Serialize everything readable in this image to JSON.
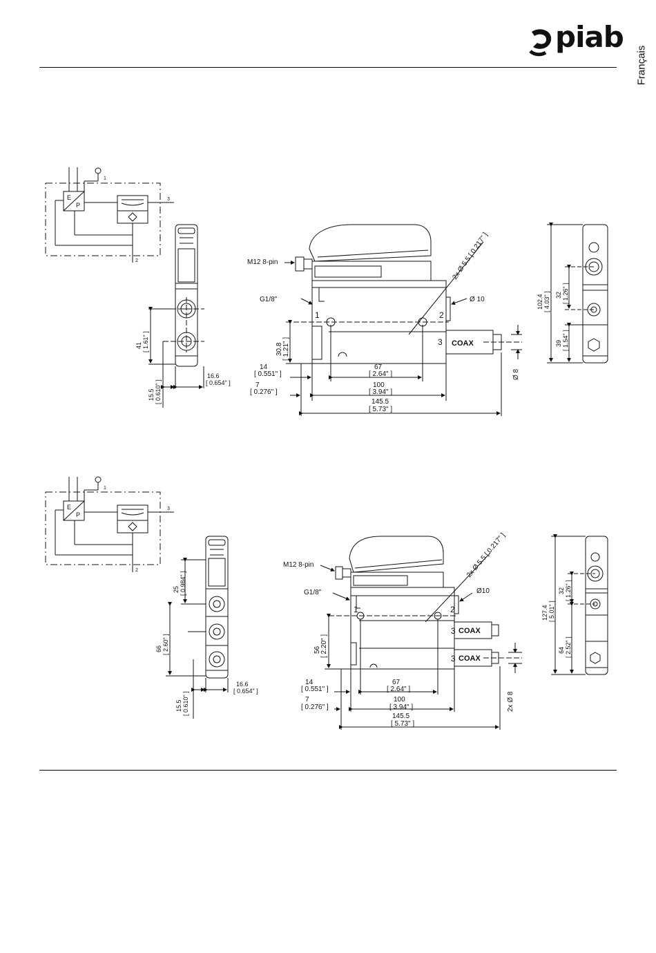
{
  "header": {
    "brand": "piab",
    "language_tab": "Français",
    "logo_icon": "piab-swirl-icon"
  },
  "drawing_top": {
    "schematic": {
      "port1": "1",
      "port2": "2",
      "port3": "3",
      "E": "E",
      "P": "P"
    },
    "front_view": {
      "dim_41": "41",
      "dim_41_in": "[ 1.61\" ]",
      "dim_15_5": "15.5",
      "dim_15_5_in": "[ 0.610\" ]",
      "dim_16_6": "16.6",
      "dim_16_6_in": "[ 0.654\" ]"
    },
    "side_view": {
      "m12": "M12 8-pin",
      "g18": "G1/8\"",
      "hole_d10": "Ø 10",
      "hole_2x": "2x  Ø  5.5  [ 0.217\" ]",
      "port1": "1",
      "port2": "2",
      "port3": "3",
      "coax": "COAX",
      "dim_30_8": "30.8",
      "dim_30_8_in": "[ 1.21\" ]",
      "dim_14": "14",
      "dim_14_in": "[ 0.551\" ]",
      "dim_7": "7",
      "dim_7_in": "[ 0.276\" ]",
      "dim_67": "67",
      "dim_67_in": "[ 2.64\" ]",
      "dim_100": "100",
      "dim_100_in": "[ 3.94\" ]",
      "dim_145_5": "145.5",
      "dim_145_5_in": "[ 5.73\" ]",
      "dim_d8": "Ø 8"
    },
    "end_view": {
      "dim_102_4": "102.4",
      "dim_102_4_in": "[ 4.03\" ]",
      "dim_32": "32",
      "dim_32_in": "[ 1.26\" ]",
      "dim_39": "39",
      "dim_39_in": "[ 1.54\" ]"
    }
  },
  "drawing_bottom": {
    "schematic": {
      "port1": "1",
      "port2": "2",
      "port3": "3",
      "E": "E",
      "P": "P"
    },
    "front_view": {
      "dim_25": "25",
      "dim_25_in": "[ 0.984\" ]",
      "dim_66": "66",
      "dim_66_in": "[ 2.60\" ]",
      "dim_15_5": "15.5",
      "dim_15_5_in": "[ 0.610\" ]",
      "dim_16_6": "16.6",
      "dim_16_6_in": "[ 0.654\" ]"
    },
    "side_view": {
      "m12": "M12 8-pin",
      "g18": "G1/8\"",
      "hole_d10": "Ø10",
      "hole_2x": "2x  Ø  5.5  [ 0.217\" ]",
      "port1": "1",
      "port2": "2",
      "port3": "3",
      "coax": "COAX",
      "dim_56": "56",
      "dim_56_in": "[ 2.20\" ]",
      "dim_14": "14",
      "dim_14_in": "[ 0.551\" ]",
      "dim_7": "7",
      "dim_7_in": "[ 0.276\" ]",
      "dim_67": "67",
      "dim_67_in": "[ 2.64\" ]",
      "dim_100": "100",
      "dim_100_in": "[ 3.94\" ]",
      "dim_145_5": "145.5",
      "dim_145_5_in": "[ 5.73\" ]",
      "dim_d8": "2x   Ø  8"
    },
    "end_view": {
      "dim_127_4": "127.4",
      "dim_127_4_in": "[ 5.01\" ]",
      "dim_32": "32",
      "dim_32_in": "[ 1.26\" ]",
      "dim_64": "64",
      "dim_64_in": "[ 2.52\" ]"
    }
  }
}
